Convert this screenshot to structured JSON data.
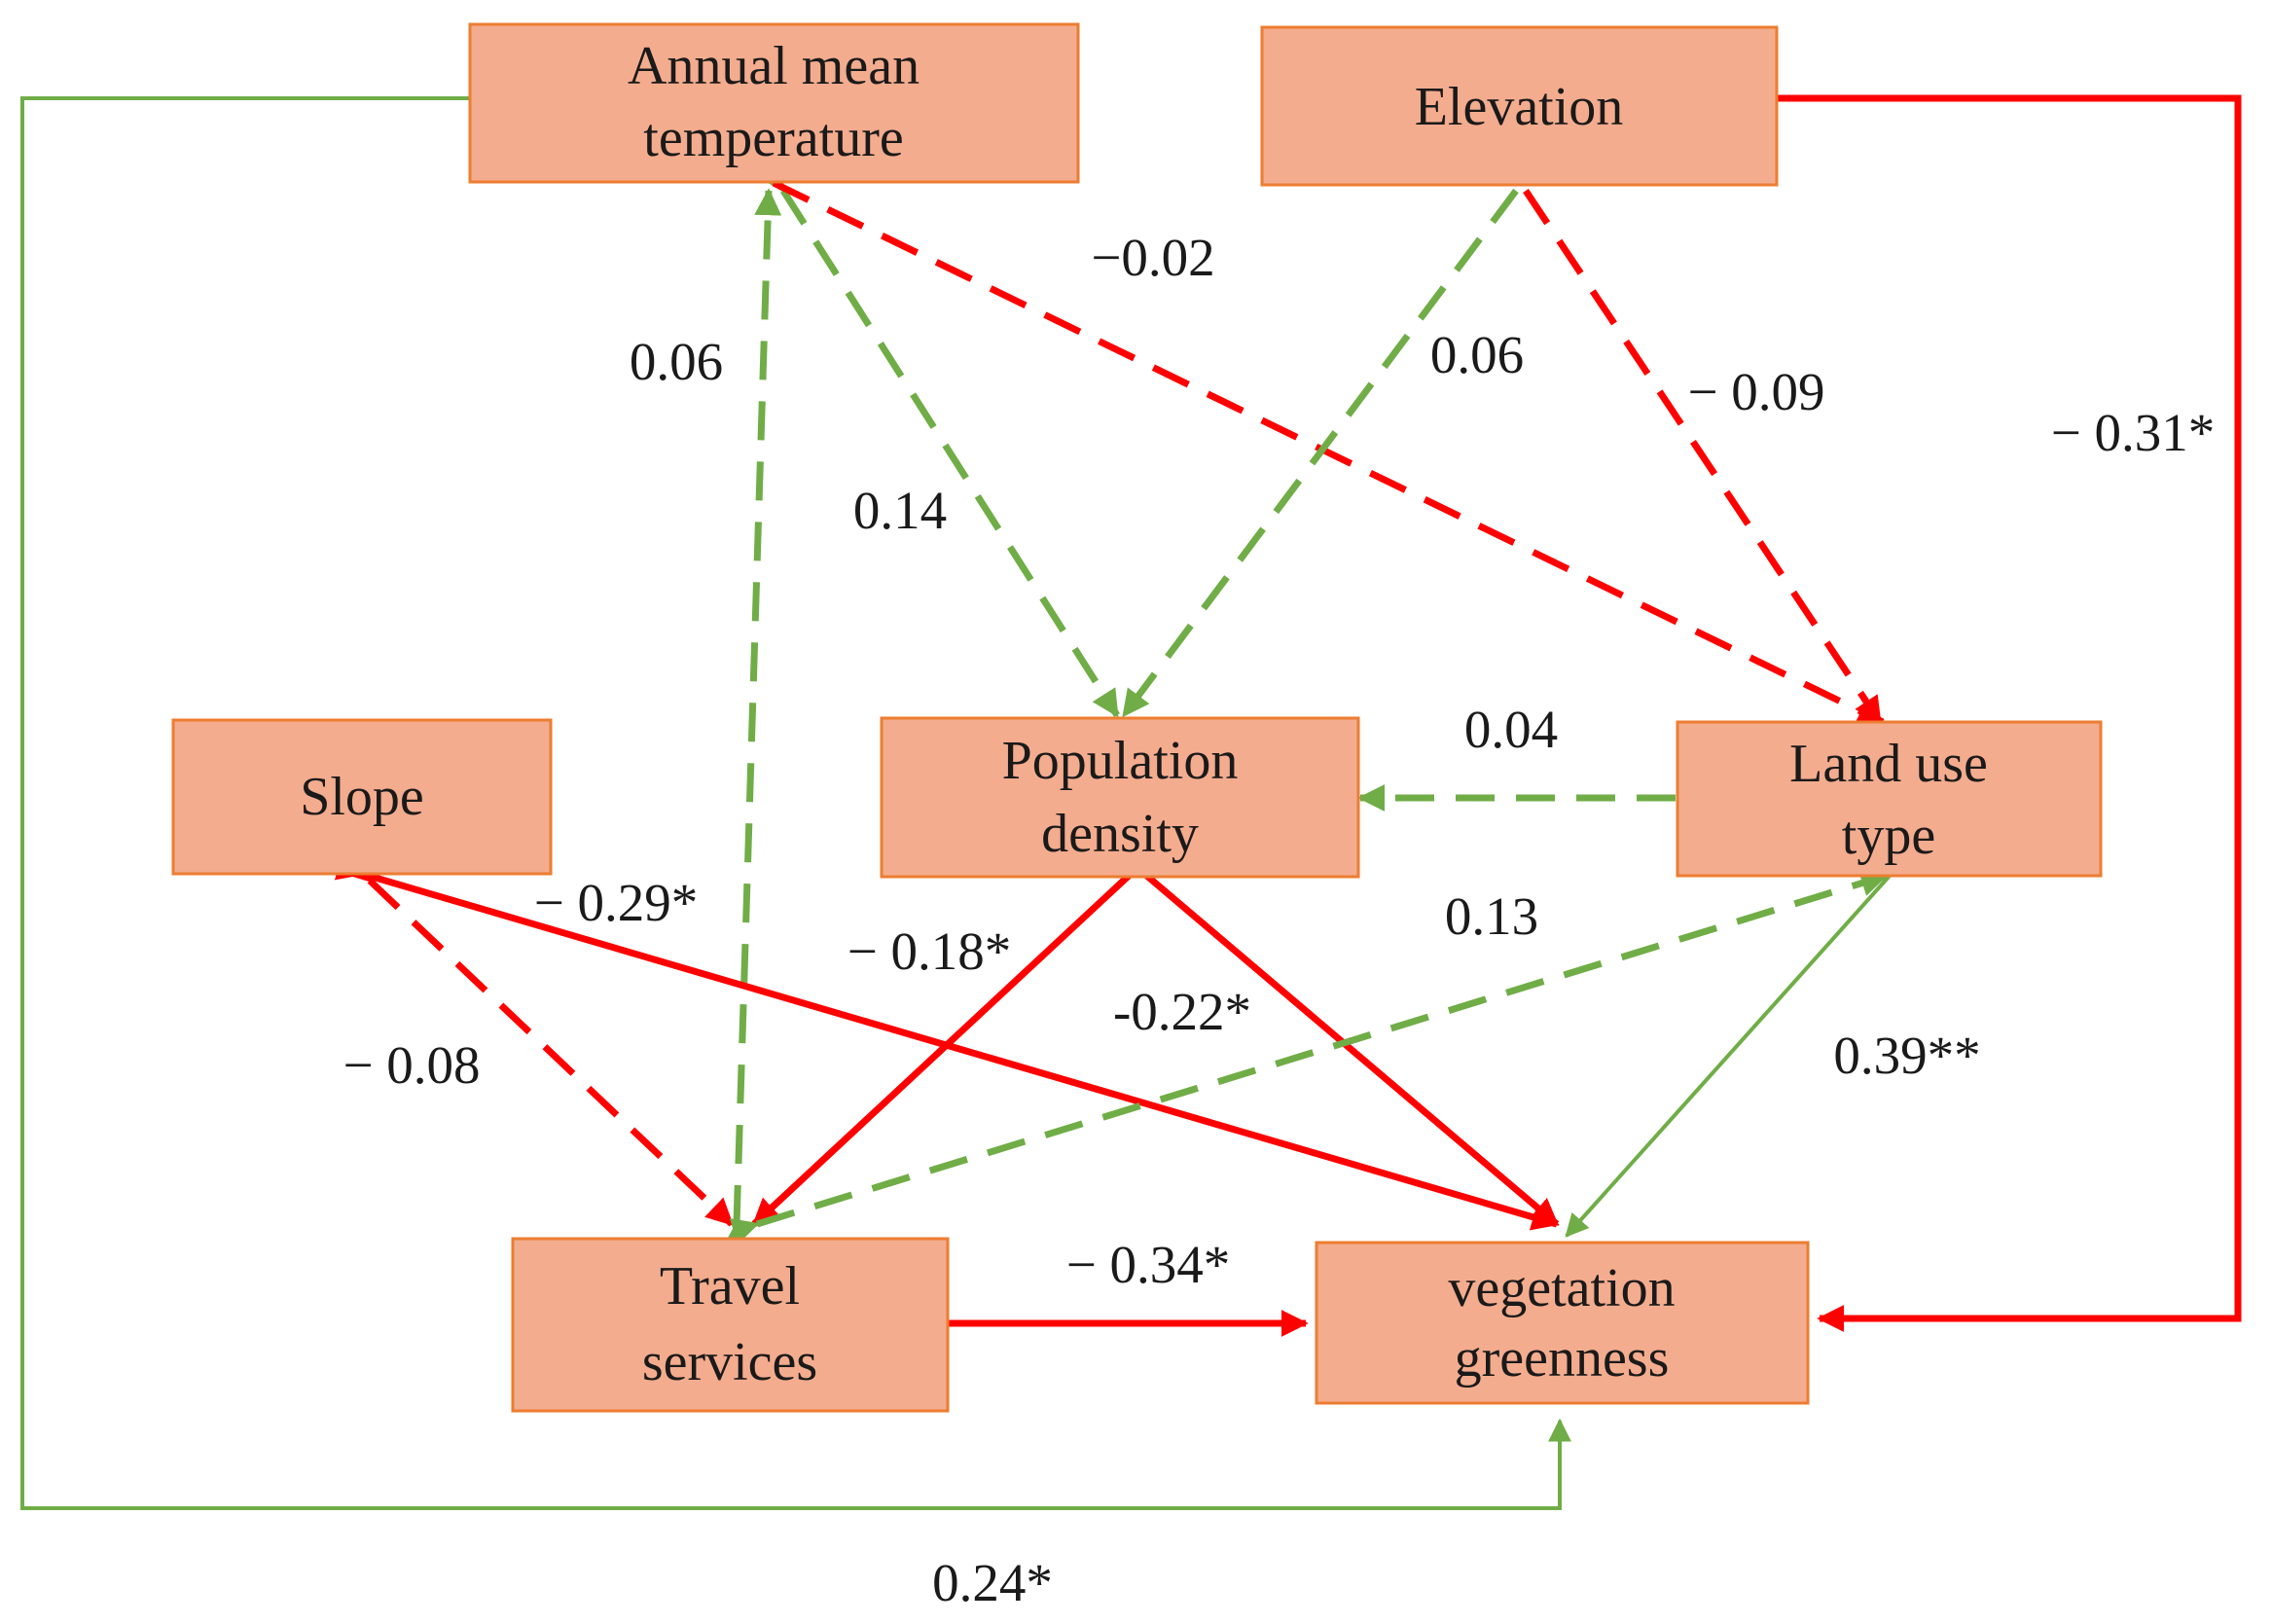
{
  "nodes": {
    "temperature": {
      "line1": "Annual mean",
      "line2": "temperature"
    },
    "elevation": {
      "label": "Elevation"
    },
    "slope": {
      "label": "Slope"
    },
    "population": {
      "line1": "Population",
      "line2": "density"
    },
    "landuse": {
      "line1": "Land use",
      "line2": "type"
    },
    "travel": {
      "line1": "Travel",
      "line2": "services"
    },
    "vegetation": {
      "line1": "vegetation",
      "line2": "greenness"
    }
  },
  "paths": [
    {
      "id": "temp-landuse",
      "from": "Annual mean temperature",
      "to": "Land use type",
      "coefficient": "−0.02",
      "sign": "negative",
      "style": "dashed"
    },
    {
      "id": "temp-travel",
      "from": "Travel services",
      "to": "Annual mean temperature",
      "coefficient": "0.06",
      "sign": "positive",
      "style": "dashed"
    },
    {
      "id": "temp-population",
      "from": "Annual mean temperature",
      "to": "Population density",
      "coefficient": "0.14",
      "sign": "positive",
      "style": "dashed"
    },
    {
      "id": "elev-population",
      "from": "Elevation",
      "to": "Population density",
      "coefficient": "0.06",
      "sign": "positive",
      "style": "dashed"
    },
    {
      "id": "elev-landuse",
      "from": "Elevation",
      "to": "Land use type",
      "coefficient": "− 0.09",
      "sign": "negative",
      "style": "dashed"
    },
    {
      "id": "elev-vegetation",
      "from": "Elevation",
      "to": "vegetation greenness",
      "coefficient": "− 0.31*",
      "sign": "negative",
      "style": "solid"
    },
    {
      "id": "landuse-population",
      "from": "Land use type",
      "to": "Population density",
      "coefficient": "0.04",
      "sign": "positive",
      "style": "dashed"
    },
    {
      "id": "slope-vegetation",
      "from": "Slope",
      "to": "vegetation greenness",
      "coefficient": "− 0.29*",
      "sign": "negative",
      "style": "solid"
    },
    {
      "id": "slope-travel",
      "from": "Slope",
      "to": "Travel services",
      "coefficient": "− 0.08",
      "sign": "negative",
      "style": "dashed"
    },
    {
      "id": "population-travel",
      "from": "Population density",
      "to": "Travel services",
      "coefficient": "− 0.18*",
      "sign": "negative",
      "style": "solid"
    },
    {
      "id": "population-vegetation",
      "from": "Population density",
      "to": "vegetation greenness",
      "coefficient": "-0.22*",
      "sign": "negative",
      "style": "solid"
    },
    {
      "id": "travel-landuse",
      "from": "Travel services",
      "to": "Land use type",
      "coefficient": "0.13",
      "sign": "positive",
      "style": "dashed"
    },
    {
      "id": "landuse-vegetation",
      "from": "Land use type",
      "to": "vegetation greenness",
      "coefficient": "0.39**",
      "sign": "positive",
      "style": "solid"
    },
    {
      "id": "travel-vegetation",
      "from": "Travel services",
      "to": "vegetation greenness",
      "coefficient": "− 0.34*",
      "sign": "negative",
      "style": "solid"
    },
    {
      "id": "temp-vegetation",
      "from": "Annual mean temperature",
      "to": "vegetation greenness",
      "coefficient": "0.24*",
      "sign": "positive",
      "style": "solid"
    }
  ],
  "colors": {
    "negative": "#ff0000",
    "positive": "#70ad47",
    "box_fill": "#f4ac8e",
    "box_border": "#ed7d31"
  }
}
